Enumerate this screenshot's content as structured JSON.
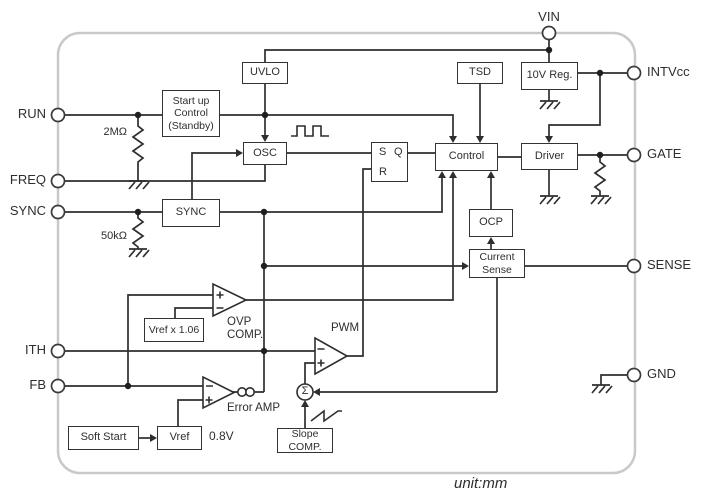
{
  "diagram": {
    "pins": {
      "vin": "VIN",
      "run": "RUN",
      "freq": "FREQ",
      "sync": "SYNC",
      "ith": "ITH",
      "fb": "FB",
      "intvcc": "INTVcc",
      "gate": "GATE",
      "sense": "SENSE",
      "gnd": "GND"
    },
    "blocks": {
      "uvlo": "UVLO",
      "startup_control": "Start up\nControl\n(Standby)",
      "osc": "OSC",
      "sync": "SYNC",
      "tsd": "TSD",
      "reg_10v": "10V Reg.",
      "control": "Control",
      "driver": "Driver",
      "ocp": "OCP",
      "current_sense": "Current\nSense",
      "vref_x106": "Vref x 1.06",
      "soft_start": "Soft Start",
      "vref": "Vref",
      "slope_comp": "Slope\nCOMP."
    },
    "latch": {
      "s": "S",
      "q": "Q",
      "r": "R"
    },
    "labels": {
      "run_resistor": "2MΩ",
      "sync_resistor": "50kΩ",
      "vref_value": "0.8V",
      "ovp_comp": "OVP\nCOMP.",
      "error_amp": "Error AMP",
      "pwm": "PWM",
      "sigma": "Σ",
      "unit_note": "unit:mm"
    },
    "colors": {
      "line": "#2e2e2e",
      "outline": "#c9c9c9",
      "background": "#ffffff"
    }
  }
}
